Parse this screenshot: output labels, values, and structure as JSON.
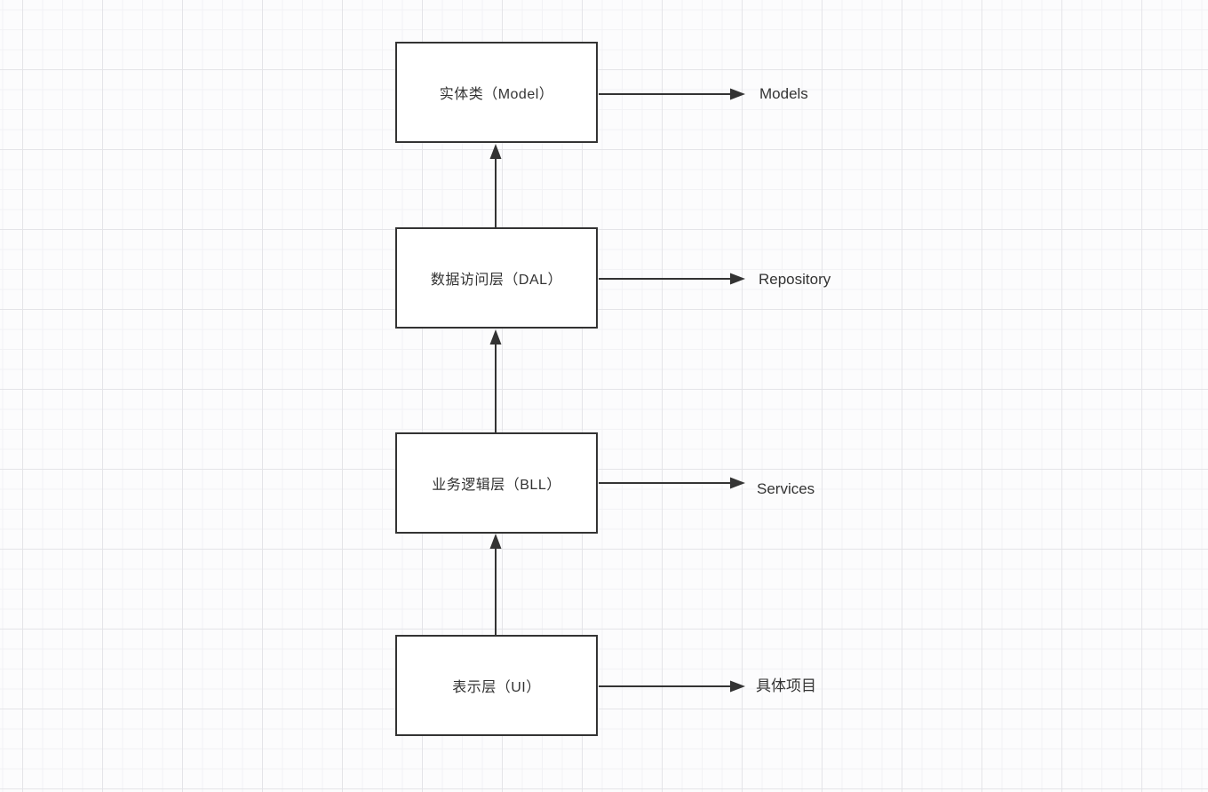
{
  "colors": {
    "canvas_background": "#fcfcfd",
    "grid_minor": "#f2f2f5",
    "grid_major": "#e4e4e8",
    "node_fill": "#ffffff",
    "stroke": "#333333",
    "text": "#333333"
  },
  "diagram": {
    "nodes": [
      {
        "id": "model",
        "label": "实体类（Model）",
        "mapping_label": "Models"
      },
      {
        "id": "dal",
        "label": "数据访问层（DAL）",
        "mapping_label": "Repository"
      },
      {
        "id": "bll",
        "label": "业务逻辑层（BLL）",
        "mapping_label": "Services"
      },
      {
        "id": "ui",
        "label": "表示层（UI）",
        "mapping_label": "具体项目"
      }
    ],
    "edges": [
      {
        "from": "ui",
        "to": "bll",
        "direction": "up"
      },
      {
        "from": "bll",
        "to": "dal",
        "direction": "up"
      },
      {
        "from": "dal",
        "to": "model",
        "direction": "up"
      },
      {
        "from": "model",
        "to": "Models",
        "direction": "right"
      },
      {
        "from": "dal",
        "to": "Repository",
        "direction": "right"
      },
      {
        "from": "bll",
        "to": "Services",
        "direction": "right"
      },
      {
        "from": "ui",
        "to": "具体项目",
        "direction": "right"
      }
    ]
  }
}
